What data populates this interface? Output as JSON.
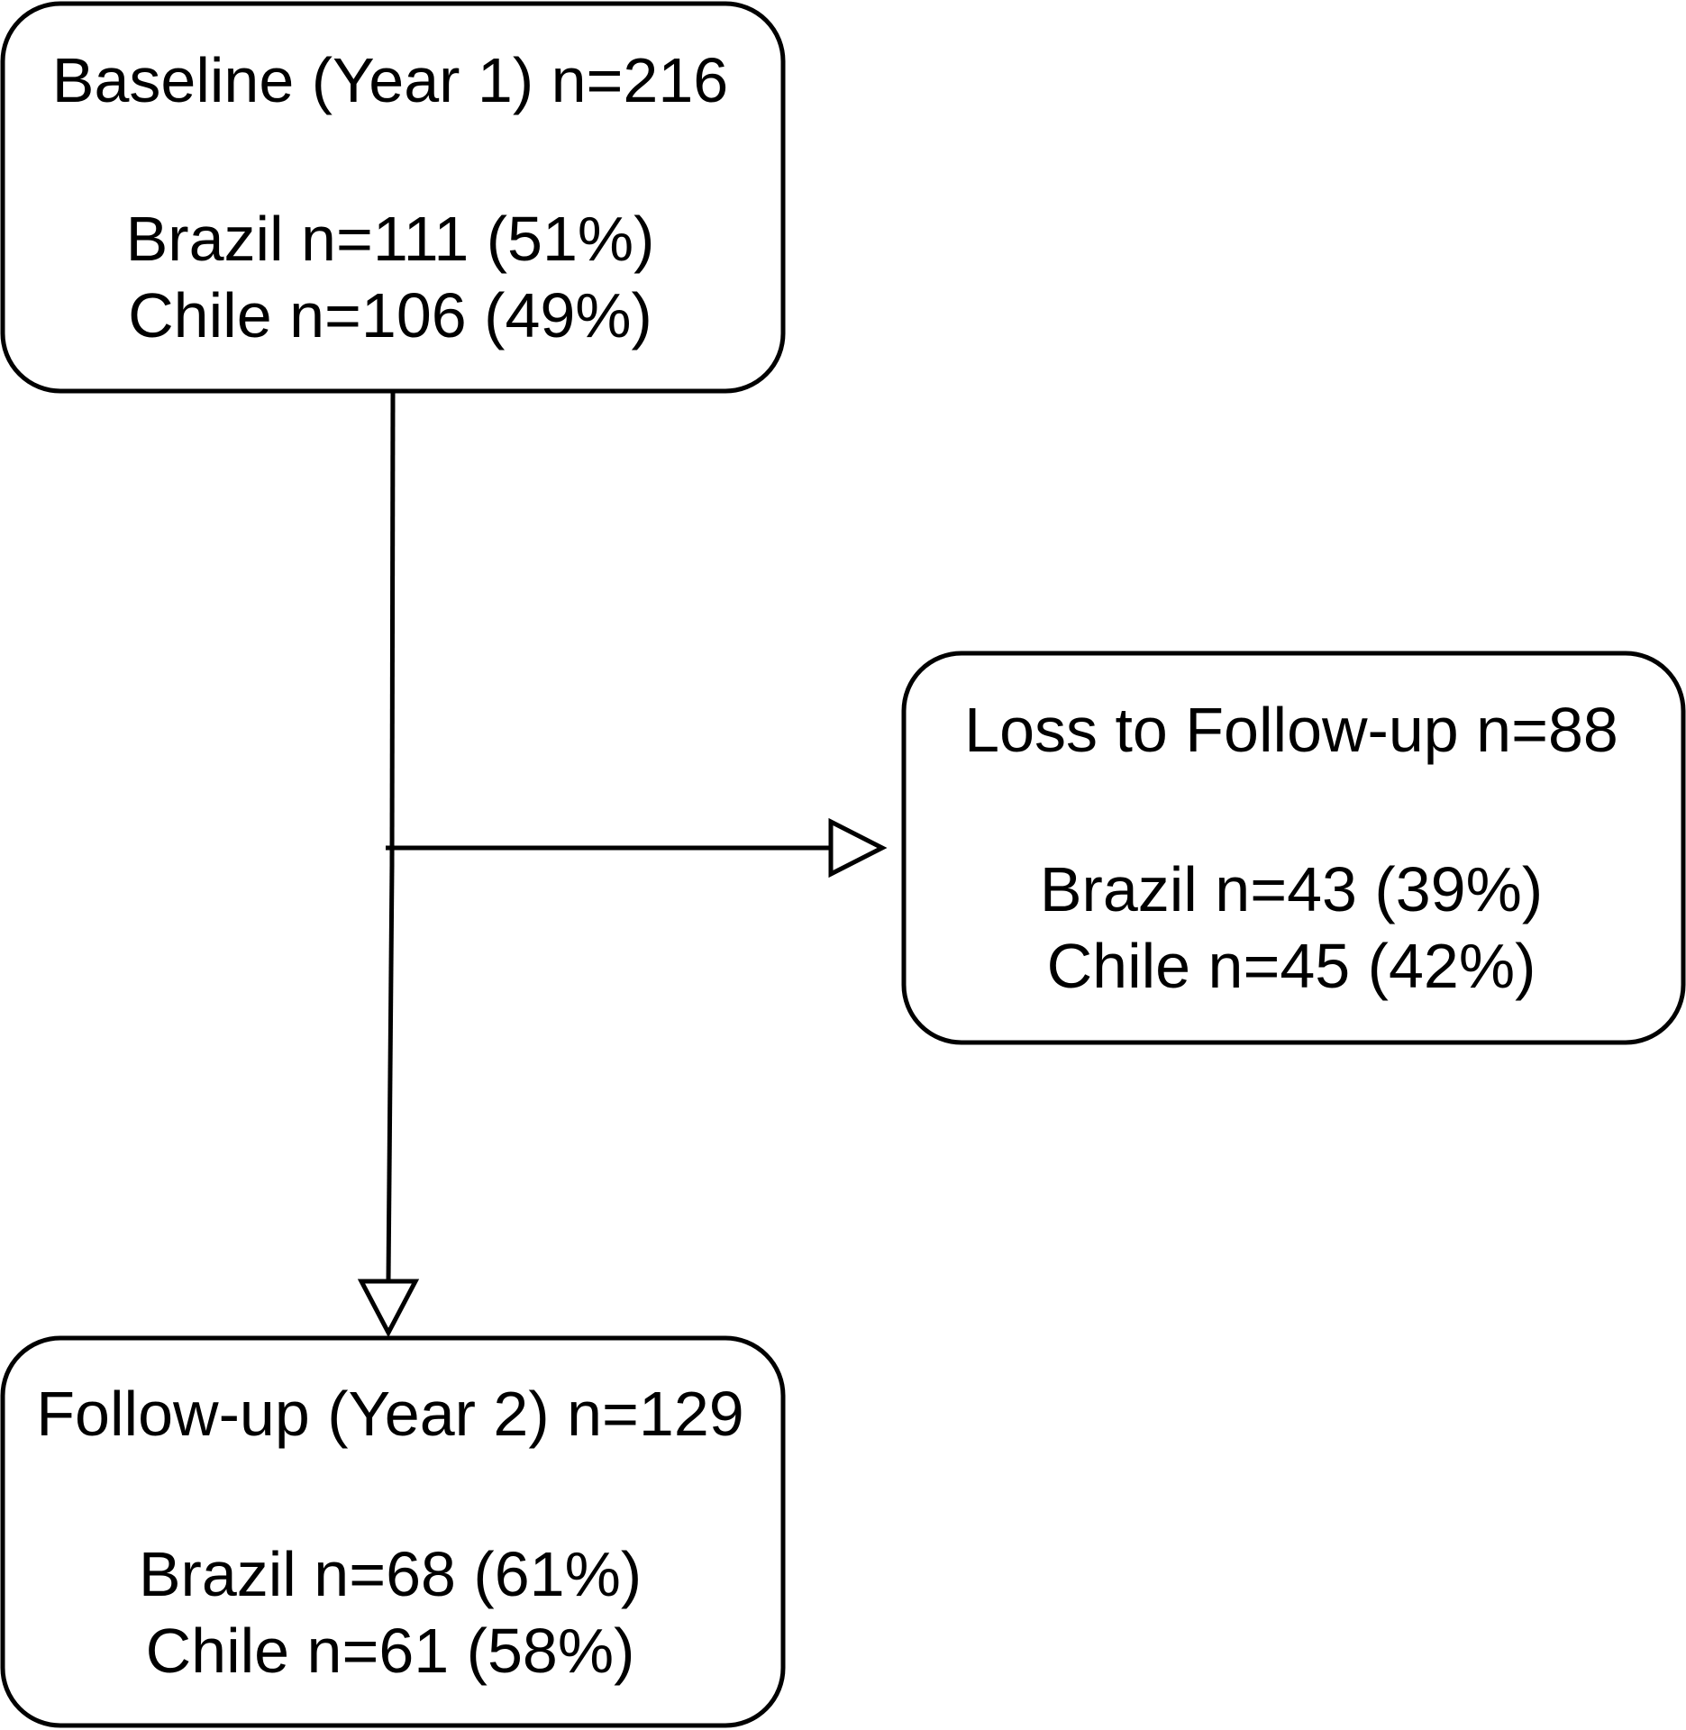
{
  "diagram": {
    "nodes": {
      "baseline": {
        "title": "Baseline (Year 1) n=216",
        "line1": "Brazil n=111 (51%)",
        "line2": "Chile n=106 (49%)"
      },
      "loss": {
        "title": "Loss to Follow-up n=88",
        "line1": "Brazil n=43 (39%)",
        "line2": "Chile n=45 (42%)"
      },
      "followup": {
        "title": "Follow-up (Year 2) n=129",
        "line1": "Brazil n=68 (61%)",
        "line2": "Chile n=61 (58%)"
      }
    },
    "edges": [
      {
        "from": "baseline",
        "to": "followup"
      },
      {
        "from": "baseline",
        "to": "loss"
      }
    ],
    "colors": {
      "stroke": "#000000",
      "fill": "#ffffff",
      "text": "#000000"
    }
  }
}
